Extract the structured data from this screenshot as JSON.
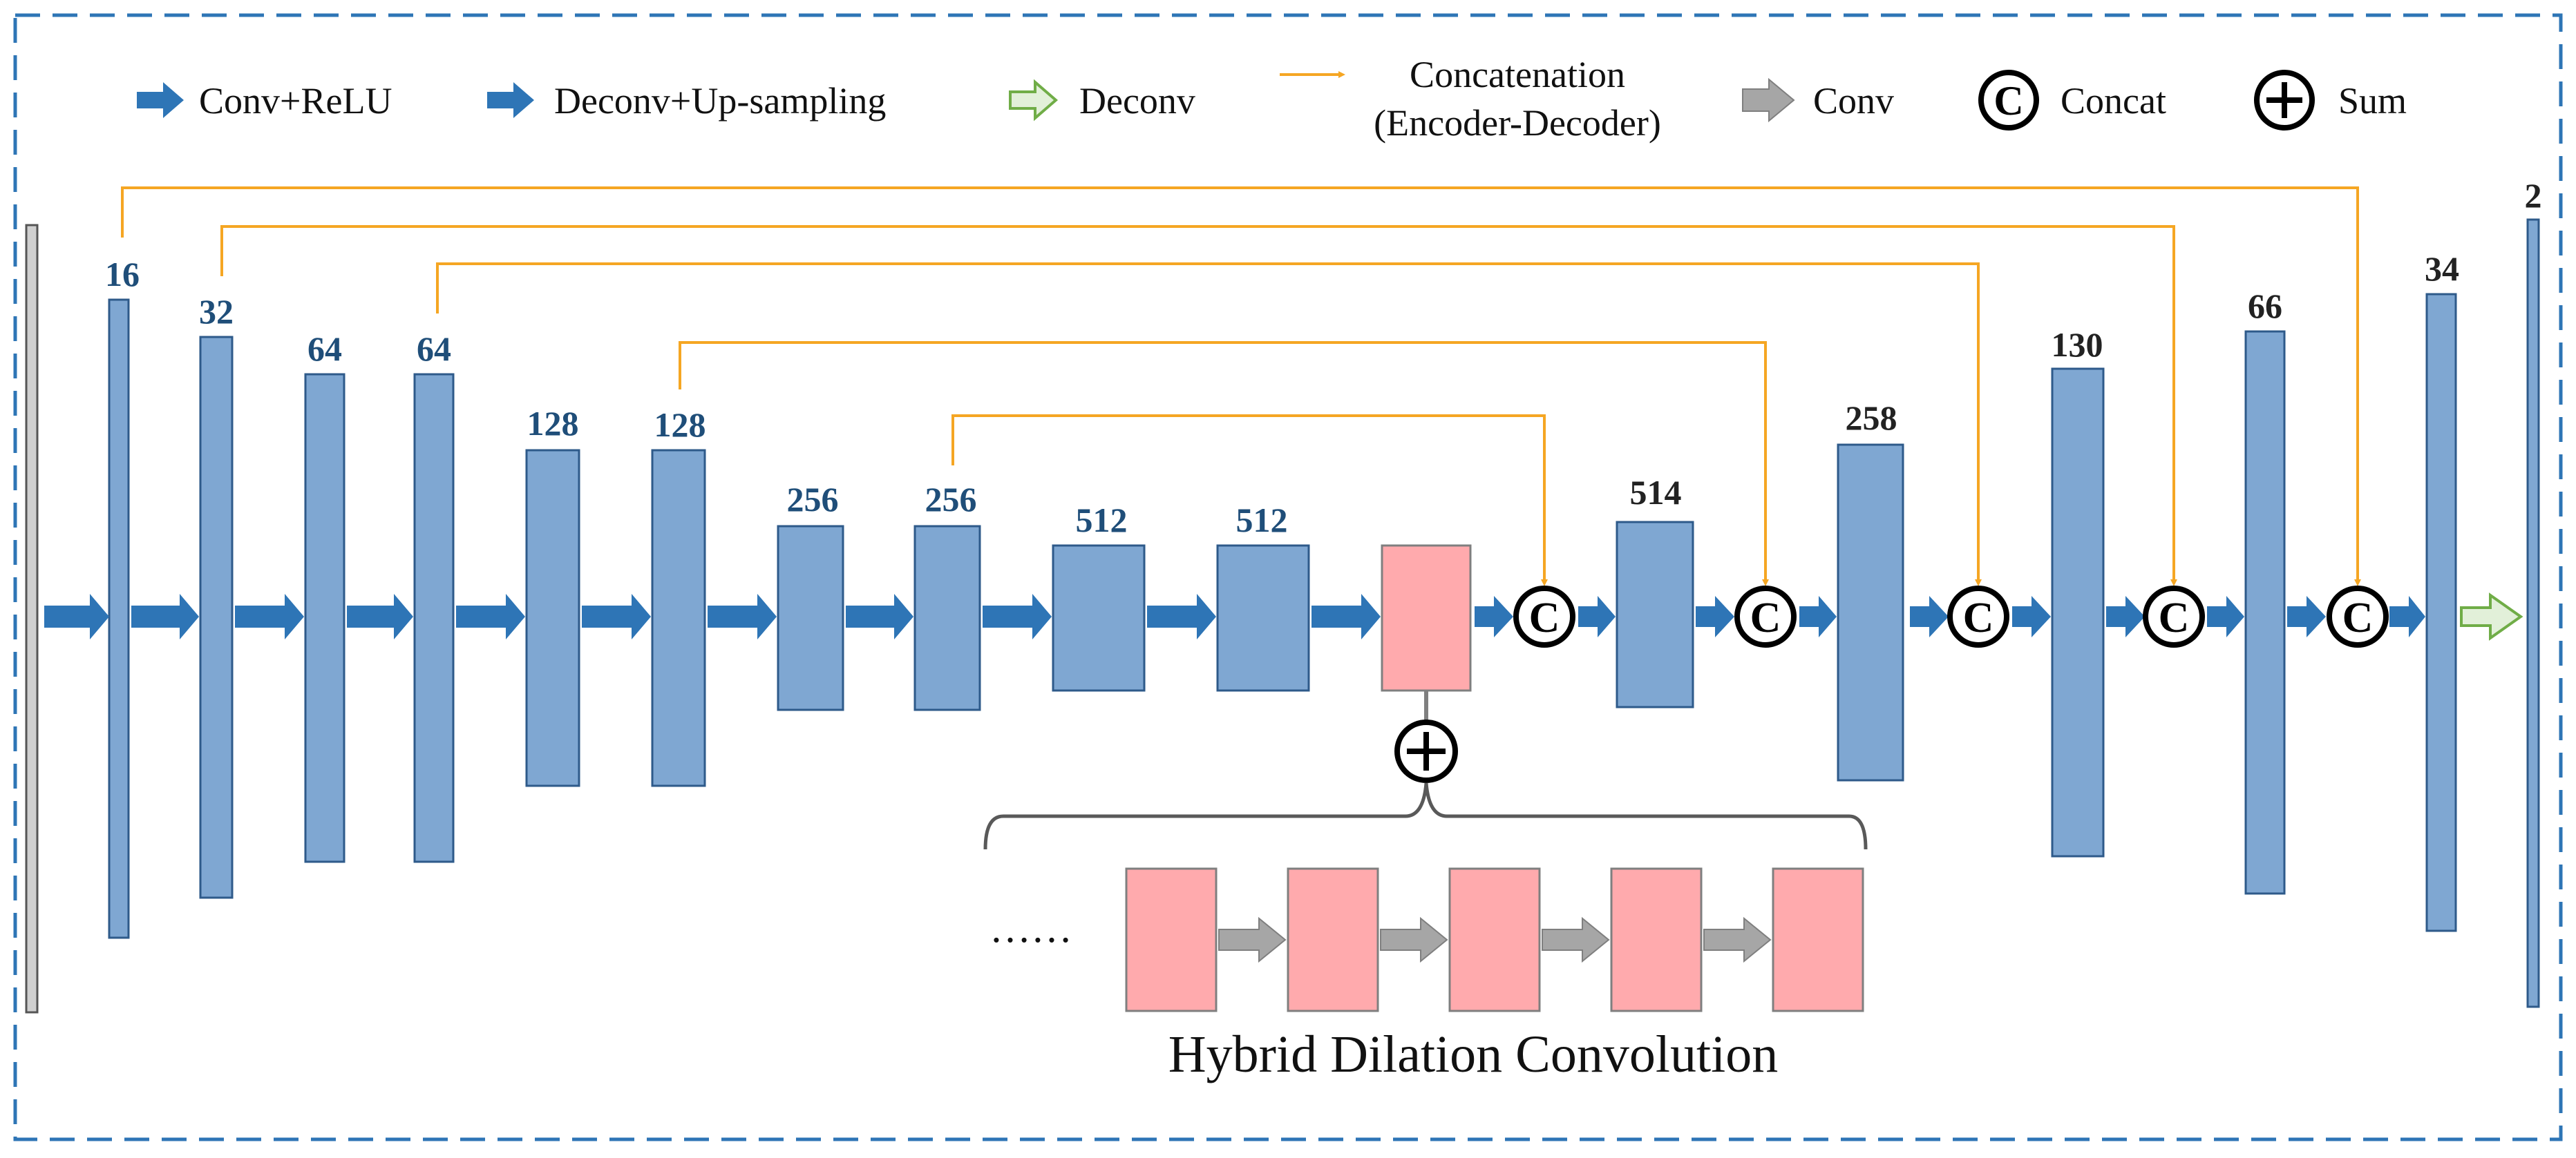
{
  "legend": {
    "conv_relu": "Conv+ReLU",
    "deconv_upsampling": "Deconv+Up-sampling",
    "deconv": "Deconv",
    "concatenation_line1": "Concatenation",
    "concatenation_line2": "(Encoder-Decoder)",
    "conv": "Conv",
    "concat_symbol": "C",
    "concat": "Concat",
    "sum": "Sum"
  },
  "layers": {
    "enc1": "16",
    "enc2": "32",
    "enc3": "64",
    "enc4": "64",
    "enc5": "128",
    "enc6": "128",
    "enc7": "256",
    "enc8": "256",
    "enc9": "512",
    "enc10": "512",
    "dec1": "514",
    "dec2": "258",
    "dec3": "130",
    "dec4": "66",
    "dec5": "34",
    "output": "2"
  },
  "hdc": {
    "title": "Hybrid Dilation Convolution",
    "ellipsis": "……"
  },
  "colors": {
    "block_blue": "#7FA7D2",
    "block_border": "#2E5A8A",
    "arrow_blue": "#2E75B6",
    "label_blue": "#1F4E79",
    "concat_line": "#F5A623",
    "hdc_pink": "#FFAAAD",
    "conv_gray": "#A6A6A6",
    "deconv_green_fill": "#E2F0D9",
    "deconv_green_stroke": "#70AD47",
    "frame_dash": "#2E75B6"
  }
}
